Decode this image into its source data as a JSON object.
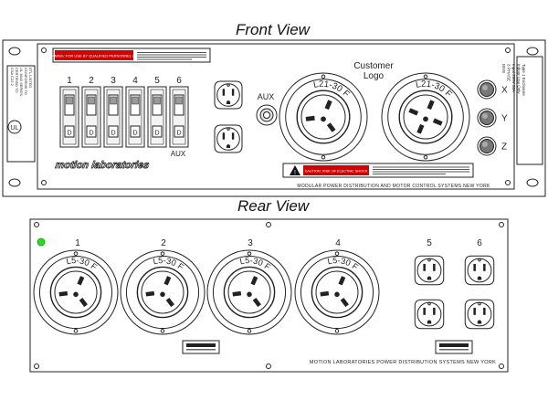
{
  "front": {
    "title": "Front View",
    "breaker_numbers": [
      "1",
      "2",
      "3",
      "4",
      "5",
      "6"
    ],
    "aux_breaker_label": "AUX",
    "aux_jack_label": "AUX",
    "customer_logo": "Customer\nLogo",
    "brand_logo": "motion laboratories",
    "warning_top": "WARNING: FOR USE BY QUALIFIED PERSONNEL ONLY",
    "warning_bottom": "CAUTION: RISK OF ELECTRIC SHOCK",
    "twistlock_labels": [
      "L21-30 F",
      "L21-30 F"
    ],
    "xyz_labels": [
      "X",
      "Y",
      "Z"
    ],
    "tagline": "MODULAR POWER DISTRIBUTION AND MOTOR CONTROL SYSTEMS  NEW YORK",
    "left_plate": "ETL LISTED\nCONFORMS TO\nUL 1640 SERIES\nCERTIFIED TO\nCSA C22.2",
    "right_plate": "Type 1 Enclosure\nIndoor Use Only\nInput 208V 30A\n3 PHASE\nWYE"
  },
  "rear": {
    "title": "Rear View",
    "numbers": [
      "1",
      "2",
      "3",
      "4",
      "5",
      "6"
    ],
    "twistlock_labels": [
      "L5-30 F",
      "L5-30 F",
      "L5-30 F",
      "L5-30 F"
    ],
    "tagline": "MOTION LABORATORIES  POWER DISTRIBUTION SYSTEMS  NEW YORK",
    "status_led_color": "#22dd22"
  }
}
